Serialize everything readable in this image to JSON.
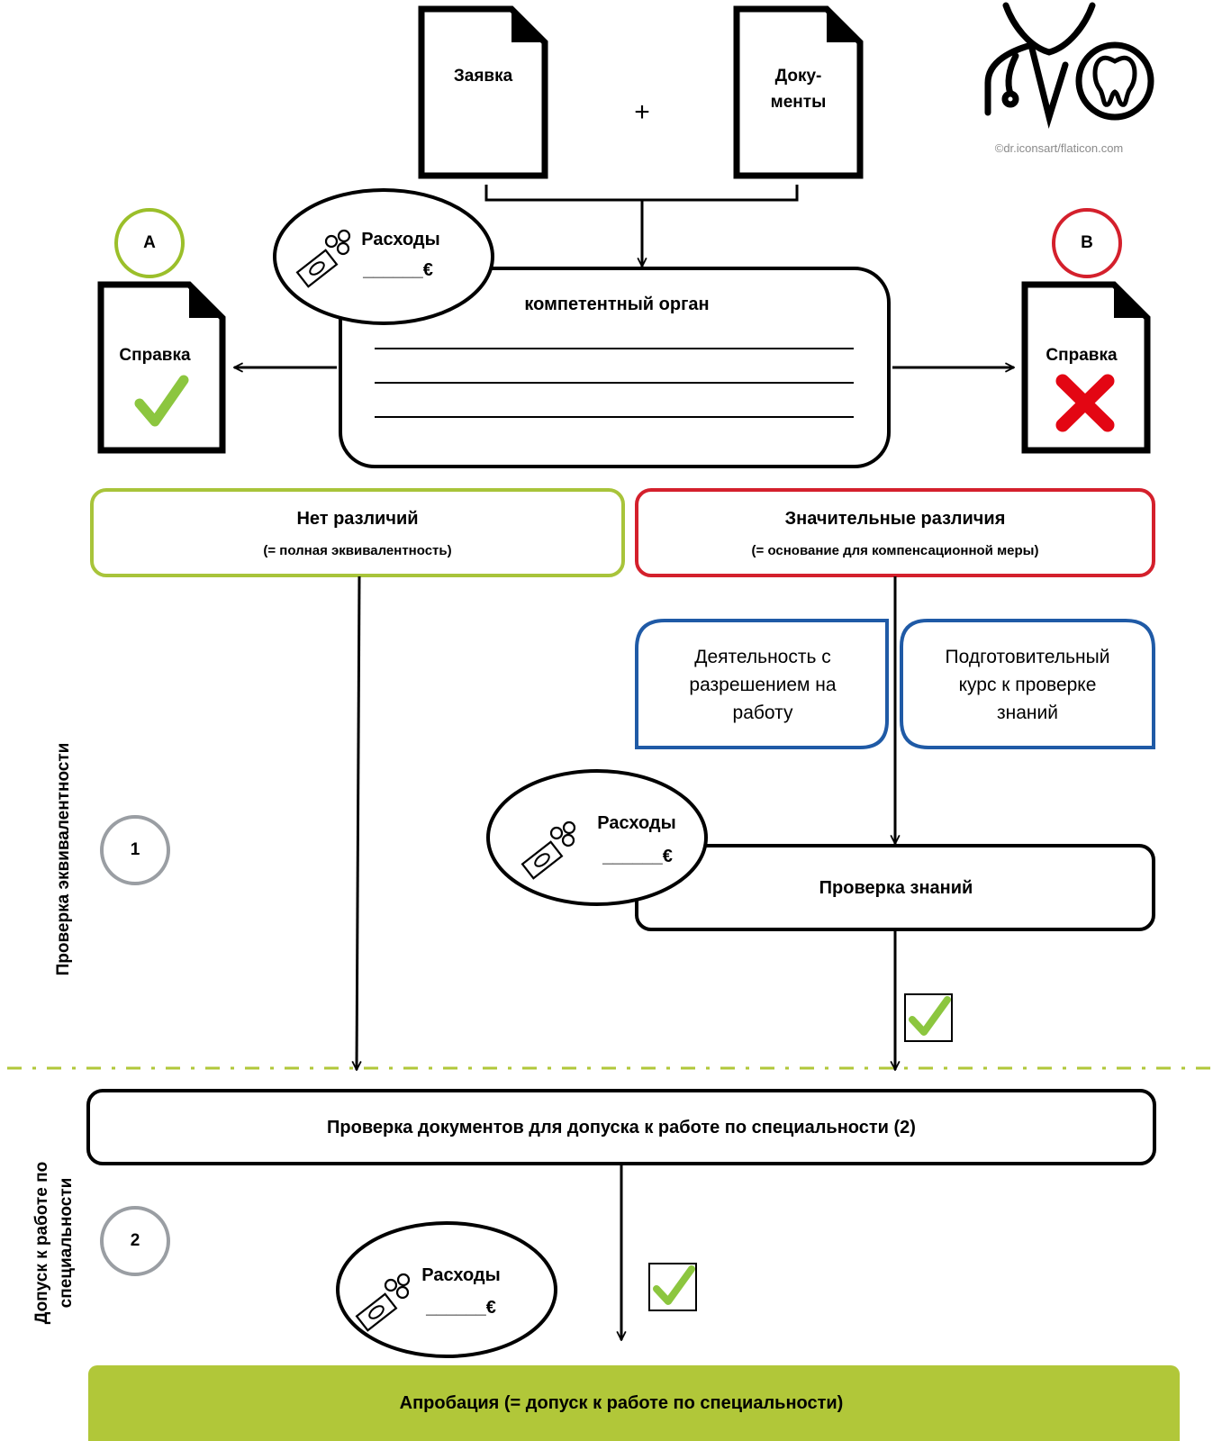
{
  "top": {
    "doc1_label": "Заявка",
    "plus": "+",
    "doc2_label_line1": "Доку-",
    "doc2_label_line2": "менты",
    "credit": "©dr.iconsart/flaticon.com"
  },
  "competent_body": {
    "title": "компетентный орган",
    "costs_label": "Расходы",
    "costs_value": "______€"
  },
  "outcome_a": {
    "marker": "A",
    "doc_label": "Справка",
    "color": "#9bbf2a"
  },
  "outcome_b": {
    "marker": "B",
    "doc_label": "Справка",
    "color": "#d4202c"
  },
  "no_diff": {
    "title": "Нет различий",
    "subtitle": "(= полная эквивалентность)",
    "border_color": "#a8c43a"
  },
  "sig_diff": {
    "title": "Значительные различия",
    "subtitle": "(= основание для компенсационной меры)",
    "border_color": "#d4202c"
  },
  "options": [
    {
      "text": "Деятельность с разрешением на работу"
    },
    {
      "text": "Подготовительный курс к проверке знаний"
    }
  ],
  "options_border_color": "#1f5aa6",
  "knowledge_test": {
    "title": "Проверка знаний",
    "costs_label": "Расходы",
    "costs_value": "______€"
  },
  "stage1": {
    "number": "1",
    "label": "Проверка эквивалентности"
  },
  "stage2": {
    "number": "2",
    "label_line1": "Допуск к работе по",
    "label_line2": "специальности"
  },
  "doc_check": {
    "title": "Проверка документов для допуска к работе по специальности (2)",
    "costs_label": "Расходы",
    "costs_value": "______€"
  },
  "approbation": {
    "title": "Апробация (= допуск к работе по специальности)",
    "color": "#b1c739"
  },
  "colors": {
    "check_green": "#8cc63f",
    "cross_red": "#e30613",
    "dash_line": "#b1c739",
    "stage_circle": "#9a9ea3"
  }
}
